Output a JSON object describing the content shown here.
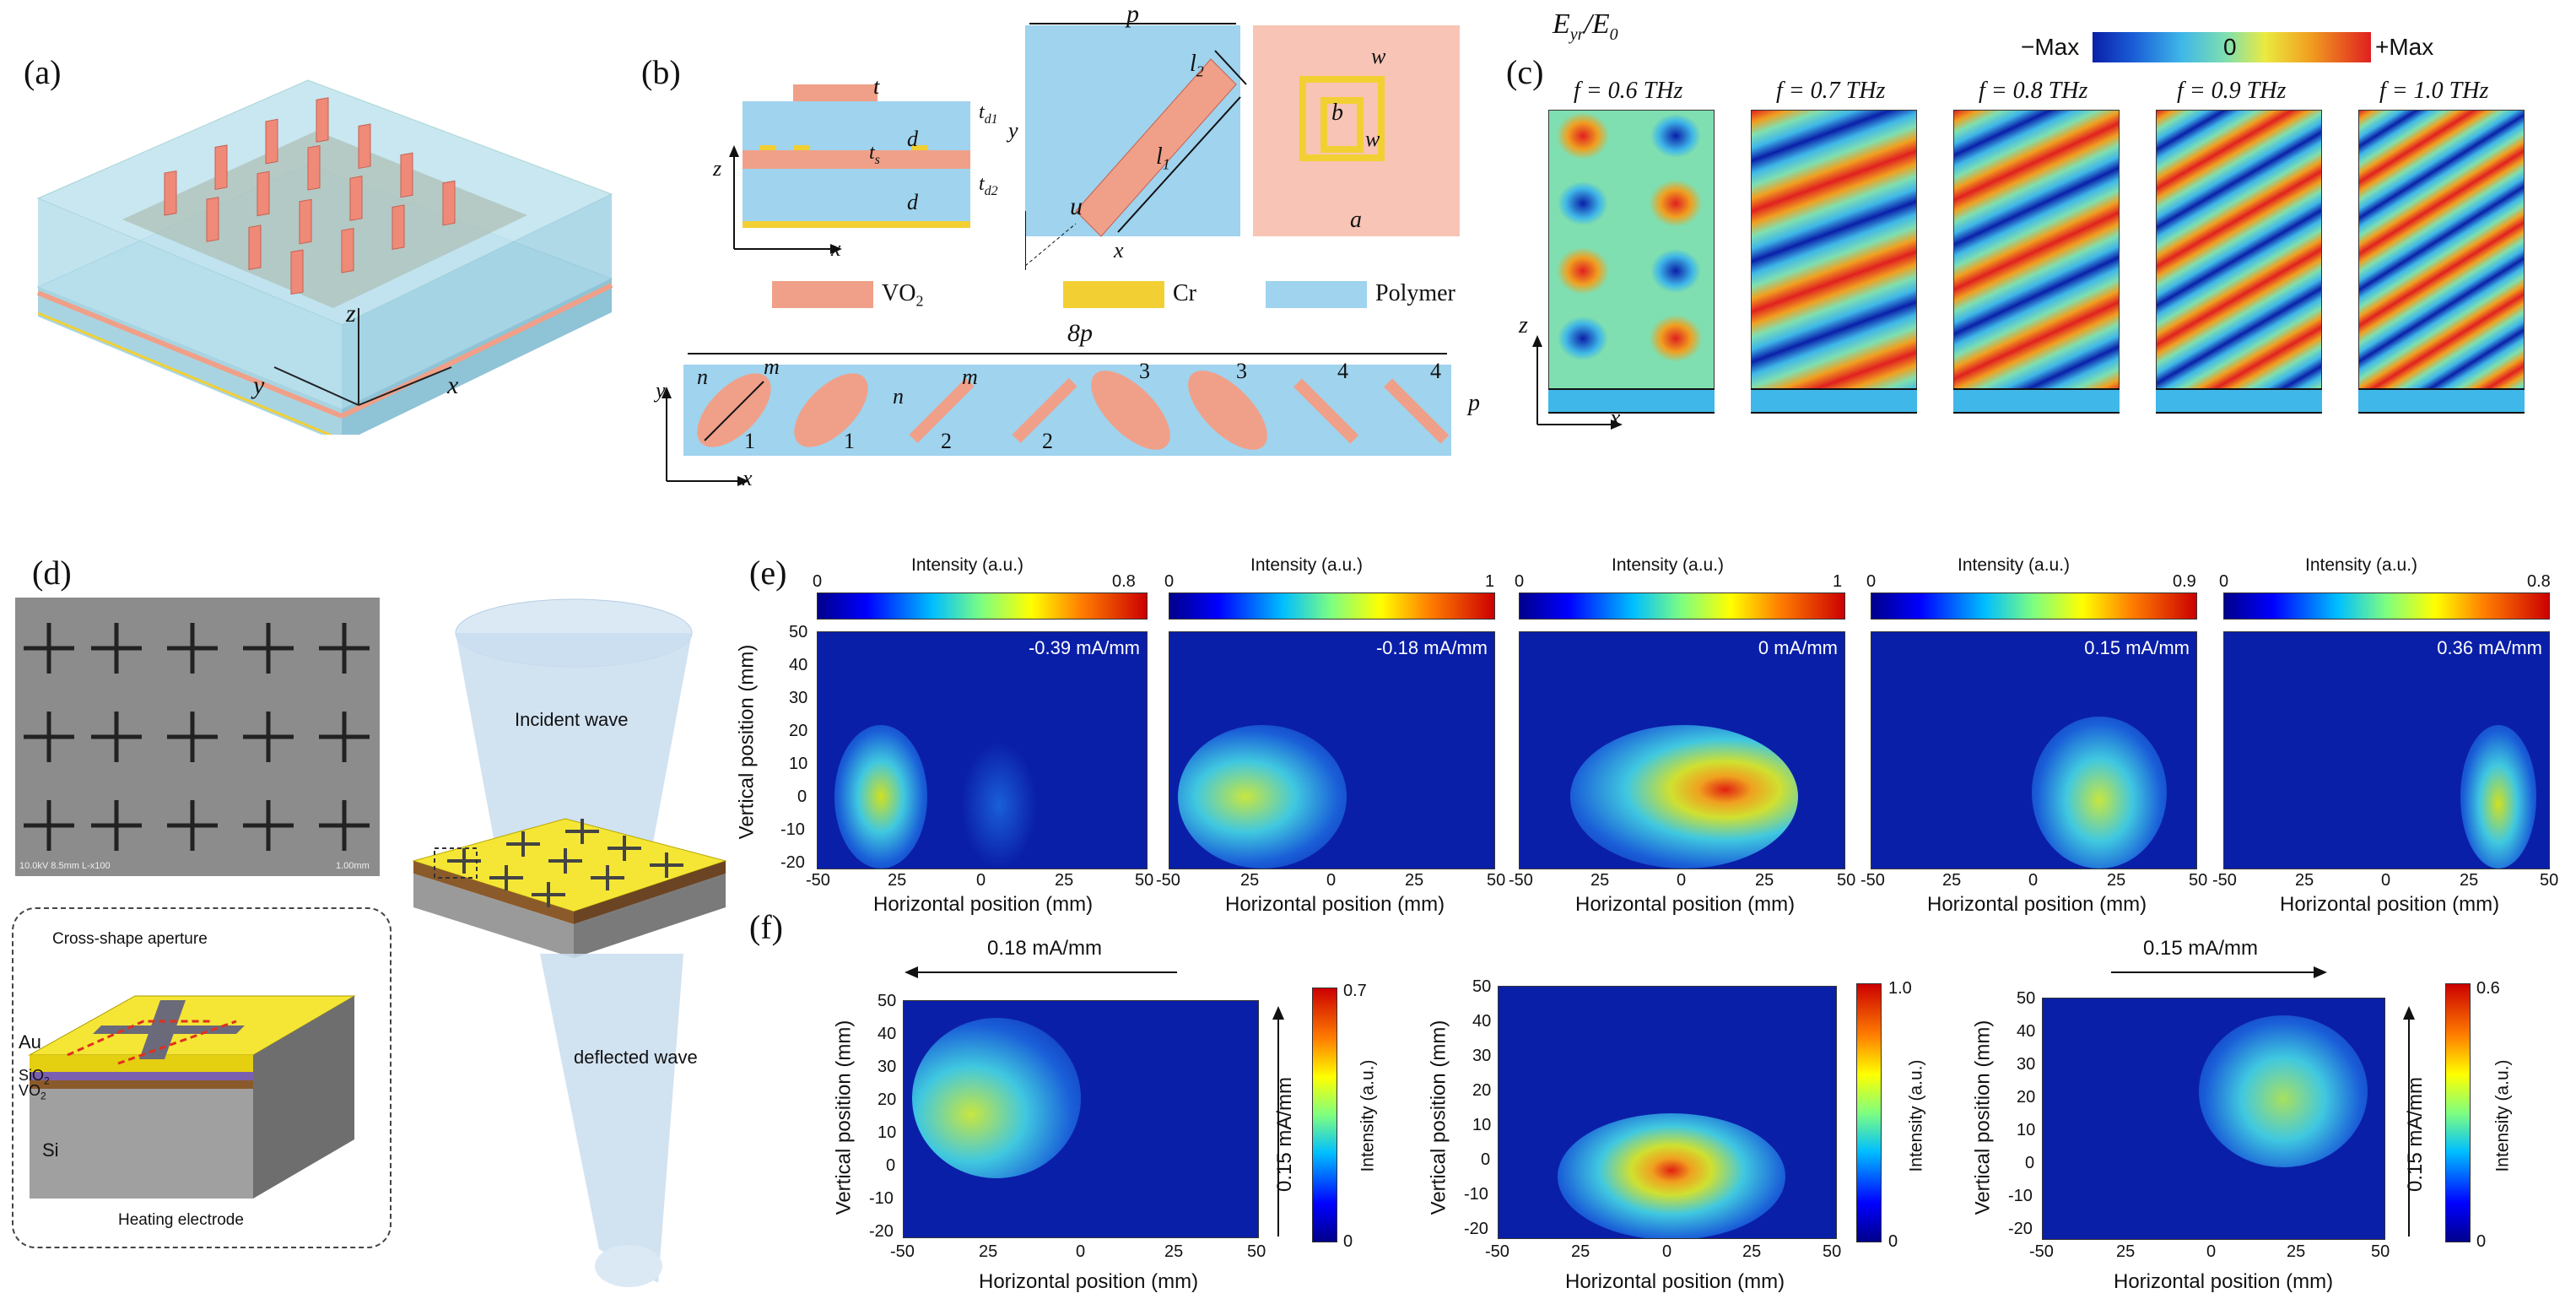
{
  "panels": {
    "a": {
      "label": "(a)",
      "axes": {
        "z": "z",
        "y": "y",
        "x": "x"
      }
    },
    "b": {
      "label": "(b)",
      "cross_section": {
        "t": "t",
        "ts": "t",
        "ts_sub": "s",
        "td1": "t",
        "td1_sub": "d1",
        "td2": "t",
        "td2_sub": "d2",
        "d1": "d",
        "d2": "d",
        "z": "z",
        "x": "x"
      },
      "top_view": {
        "p": "p",
        "l1": "l",
        "l1_sub": "1",
        "l2": "l",
        "l2_sub": "2",
        "u": "u",
        "y": "y",
        "x": "x"
      },
      "unit": {
        "w1": "w",
        "w2": "w",
        "b": "b",
        "a": "a"
      },
      "legend": {
        "vo2": "VO",
        "vo2_sub": "2",
        "cr": "Cr",
        "polymer": "Polymer"
      },
      "supercell": {
        "span": "8p",
        "p": "p",
        "n1": "n",
        "m1": "m",
        "n2": "n",
        "m2": "m",
        "y": "y",
        "x": "x",
        "numbers": [
          "1",
          "1",
          "2",
          "2",
          "3",
          "3",
          "4",
          "4"
        ]
      }
    },
    "c": {
      "label": "(c)",
      "field_label": "E",
      "field_sub": "yr",
      "field_den": "/E",
      "field_den_sub": "0",
      "colorbar": {
        "min": "−Max",
        "mid": "0",
        "max": "+Max"
      },
      "frequencies": [
        "f = 0.6 THz",
        "f = 0.7 THz",
        "f = 0.8 THz",
        "f = 0.9 THz",
        "f = 1.0 THz"
      ],
      "axes": {
        "z": "z",
        "x": "x"
      }
    },
    "d": {
      "label": "(d)",
      "sem_scale": "10.0kV 8.5mm L-x100",
      "sem_bar": "1.00mm",
      "incident": "Incident wave",
      "deflected": "deflected wave",
      "layers": {
        "cross": "Cross-shape aperture",
        "au": "Au",
        "sio2": "SiO",
        "sio2_sub": "2",
        "vo2": "VO",
        "vo2_sub": "2",
        "si": "Si",
        "heater": "Heating electrode"
      }
    },
    "e": {
      "label": "(e)",
      "plots": [
        {
          "current": "-0.39 mA/mm",
          "cbar_title": "Intensity (a.u.)",
          "cbar_min": "0",
          "cbar_max": "0.8"
        },
        {
          "current": "-0.18 mA/mm",
          "cbar_title": "Intensity (a.u.)",
          "cbar_min": "0",
          "cbar_max": "1"
        },
        {
          "current": "0 mA/mm",
          "cbar_title": "Intensity (a.u.)",
          "cbar_min": "0",
          "cbar_max": "1"
        },
        {
          "current": "0.15 mA/mm",
          "cbar_title": "Intensity (a.u.)",
          "cbar_min": "0",
          "cbar_max": "0.9"
        },
        {
          "current": "0.36 mA/mm",
          "cbar_title": "Intensity (a.u.)",
          "cbar_min": "0",
          "cbar_max": "0.8"
        }
      ],
      "ylabel": "Vertical position (mm)",
      "xlabel": "Horizontal position (mm)",
      "yticks": [
        "50",
        "40",
        "30",
        "20",
        "10",
        "0",
        "-10",
        "-20"
      ],
      "xticks_first": [
        "-50",
        "25",
        "0",
        "25",
        "50"
      ],
      "xticks_rest": [
        "-50",
        "25",
        "0",
        "25",
        "50"
      ]
    },
    "f": {
      "label": "(f)",
      "plots": [
        {
          "h_current": "0.18 mA/mm",
          "v_current": "0.15 mA/mm",
          "cbar_title": "Intensity (a.u.)",
          "cbar_min": "0",
          "cbar_max": "0.7"
        },
        {
          "h_current": "",
          "v_current": "",
          "cbar_title": "Intensity (a.u.)",
          "cbar_min": "0",
          "cbar_max": "1.0"
        },
        {
          "h_current": "0.15 mA/mm",
          "v_current": "0.15 mA/mm",
          "cbar_title": "Intensity (a.u.)",
          "cbar_min": "0",
          "cbar_max": "0.6"
        }
      ],
      "ylabel": "Vertical position (mm)",
      "xlabel": "Horizontal position (mm)",
      "yticks": [
        "50",
        "40",
        "30",
        "20",
        "10",
        "0",
        "-10",
        "-20"
      ],
      "xticks": [
        "-50",
        "25",
        "0",
        "25",
        "50"
      ]
    }
  },
  "colors": {
    "vo2": "#f0a088",
    "cr": "#f2d033",
    "polymer": "#9fd3ee",
    "map_bg": "#0a1fa8"
  }
}
